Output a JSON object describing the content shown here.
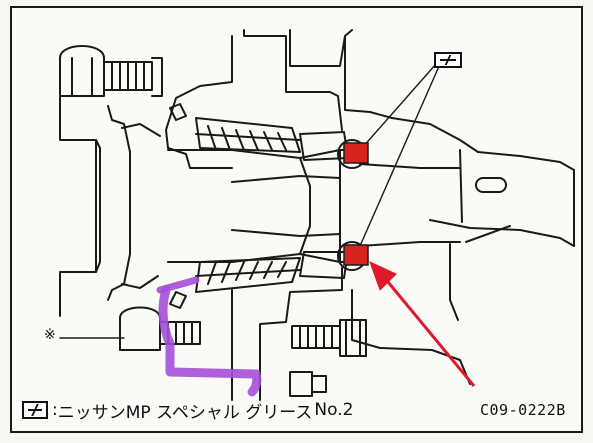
{
  "legend": {
    "symbol_icon": "grease-application-symbol",
    "colon": ":",
    "text": "ニッサンMP スペシャル グリース",
    "number": "No.2"
  },
  "figure_code": "C09-0222B",
  "callout_mark": "※",
  "colors": {
    "line": "#1a1a1a",
    "grease_highlight": "#d9231f",
    "arrow": "#e0182c",
    "marker_path": "#a44fd8"
  }
}
